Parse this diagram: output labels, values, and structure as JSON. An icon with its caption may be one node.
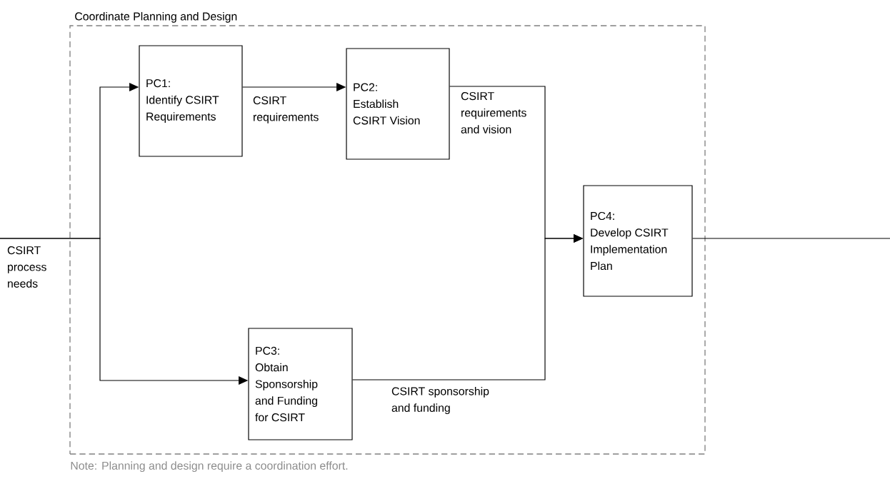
{
  "diagram": {
    "nodes": [
      {
        "text": [
          "Coordinate Planning and Design"
        ]
      },
      {
        "text": [
          "PC1:",
          "Identify CSIRT Requirements"
        ],
        "in": 0
      },
      {
        "text": [
          "PC2:",
          "Establish CSIRT Vision"
        ],
        "in": 0
      },
      {
        "text": [
          "PC3:",
          "Obtain Sponsorship and Funding for CSIRT"
        ],
        "in": 0
      },
      {
        "text": [
          "PC4:",
          "Develop  CSIRT Implementation Plan"
        ],
        "in": 0
      }
    ],
    "edges": [
      {
        "from": null,
        "to": 1,
        "arrow": "to",
        "label": "CSIRT process needs"
      },
      {
        "from": null,
        "to": 3,
        "arrow": "to"
      },
      {
        "from": 1,
        "to": 2,
        "arrow": "to",
        "label": "CSIRT requirements"
      },
      {
        "from": 2,
        "to": 4,
        "arrow": "to",
        "label": "CSIRT requirements and vision"
      },
      {
        "from": 3,
        "to": 4,
        "arrow": "to",
        "label": "CSIRT sponsorship and funding"
      },
      {
        "from": 4,
        "to": null,
        "arrow": "none"
      }
    ],
    "labels": [
      "Note: Planning and design require a coordination effort."
    ]
  }
}
